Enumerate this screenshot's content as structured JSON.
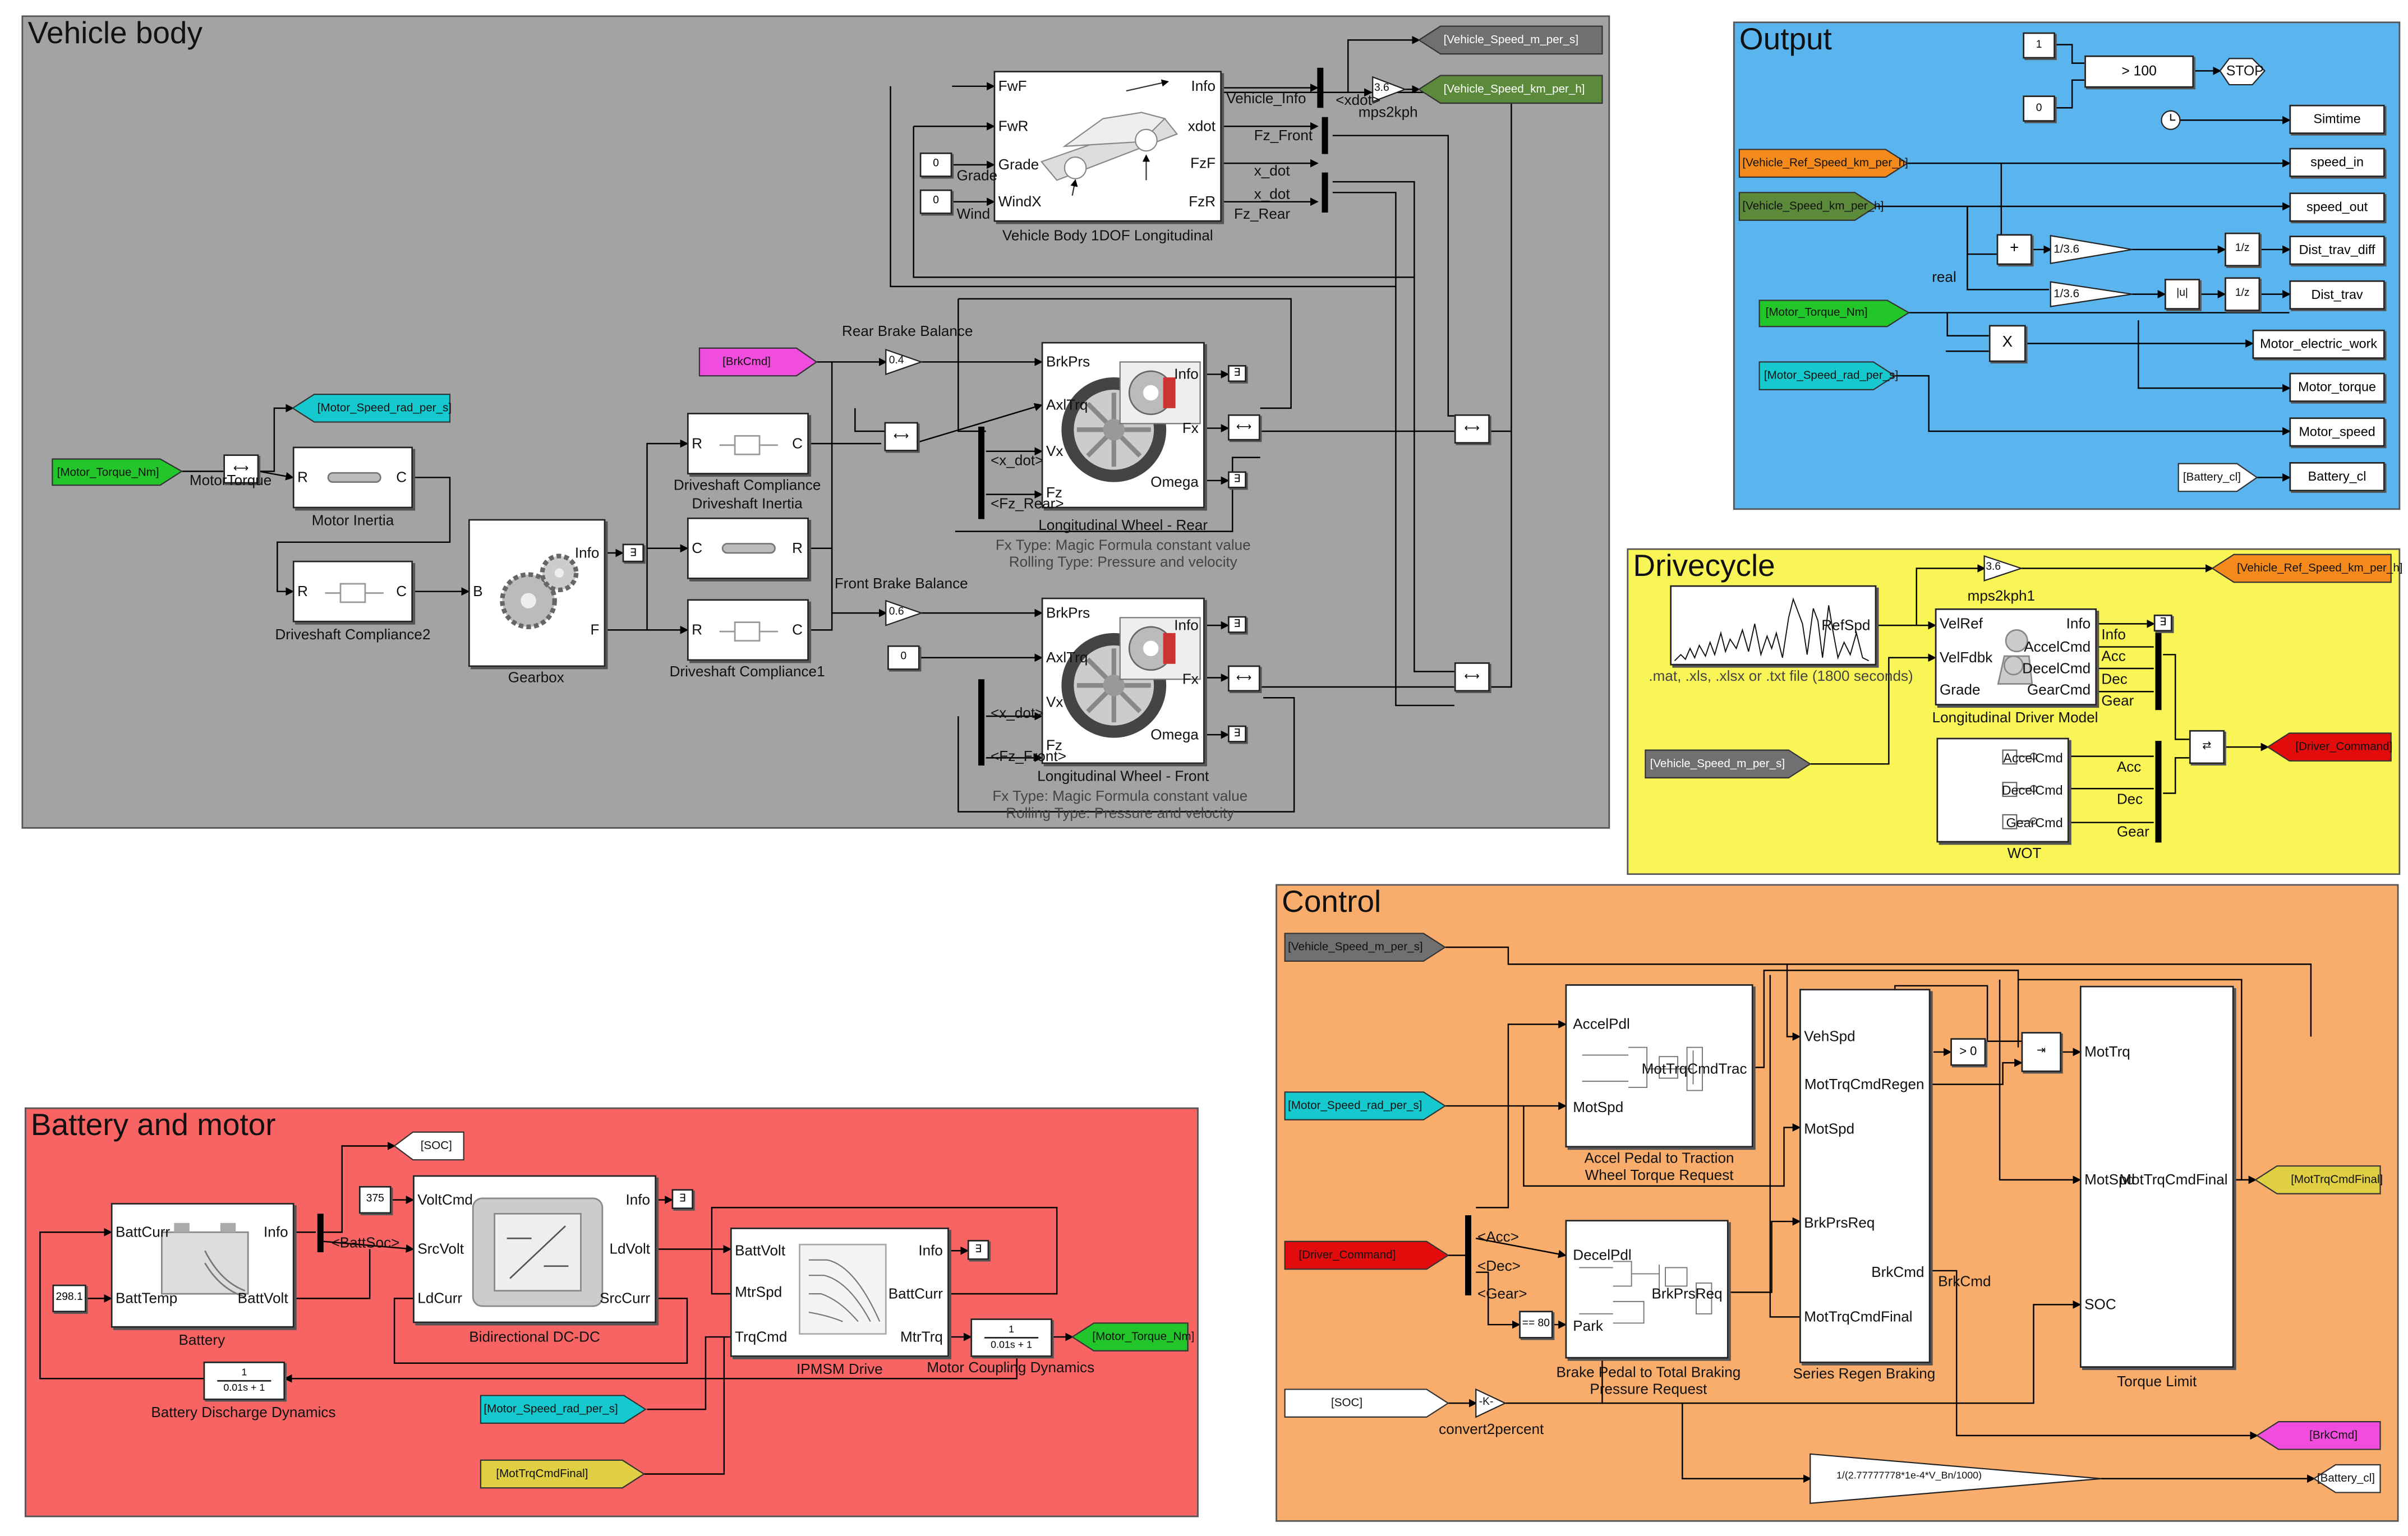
{
  "areas": {
    "vehicle_body": "Vehicle body",
    "output": "Output",
    "drivecycle": "Drivecycle",
    "battery_motor": "Battery and motor",
    "control": "Control"
  },
  "tags": {
    "vb_speed_mps": "[Vehicle_Speed_m_per_s]",
    "vb_speed_kmh": "[Vehicle_Speed_km_per_h]",
    "vb_motor_speed": "[Motor_Speed_rad_per_s]",
    "vb_motor_torque": "[Motor_Torque_Nm]",
    "vb_brk": "[BrkCmd]",
    "out_ref_speed": "[Vehicle_Ref_Speed_km_per_h]",
    "out_speed": "[Vehicle_Speed_km_per_h]",
    "out_motor_torque": "[Motor_Torque_Nm]",
    "out_motor_speed": "[Motor_Speed_rad_per_s]",
    "out_battery": "[Battery_cl]",
    "dc_ref_speed": "[Vehicle_Ref_Speed_km_per_h]",
    "dc_speed": "[Vehicle_Speed_m_per_s]",
    "dc_driver_cmd": "[Driver_Command]",
    "bm_soc": "[SOC]",
    "bm_motor_speed": "[Motor_Speed_rad_per_s]",
    "bm_mottrq": "[MotTrqCmdFinal]",
    "bm_motor_torque": "[Motor_Torque_Nm]",
    "ct_speed": "[Vehicle_Speed_m_per_s]",
    "ct_motor_speed": "[Motor_Speed_rad_per_s]",
    "ct_driver_cmd": "[Driver_Command]",
    "ct_soc": "[SOC]",
    "ct_mottrq": "[MotTrqCmdFinal]",
    "ct_brk": "[BrkCmd]",
    "ct_battery": "[Battery_cl]"
  },
  "vehicle": {
    "body_ports_in": [
      "FwF",
      "FwR",
      "Grade",
      "WindX"
    ],
    "body_ports_out": [
      "Info",
      "xdot",
      "FzF",
      "FzR"
    ],
    "body_label": "Vehicle Body 1DOF Longitudinal",
    "grade_label": "Grade",
    "wind_label": "Wind",
    "const_zero": "0",
    "vehicle_info": "Vehicle_Info",
    "xdot_sel": "<xdot>",
    "fz_front": "Fz_Front",
    "x_dot": "x_dot",
    "fz_rear": "Fz_Rear",
    "gain_value": "3.6",
    "mps2kph": "mps2kph",
    "rear_balance_label": "Rear Brake Balance",
    "rear_balance_value": "0.4",
    "front_balance_label": "Front Brake Balance",
    "front_balance_value": "0.6",
    "wheel_ports_in": [
      "BrkPrs",
      "AxlTrq",
      "Vx",
      "Fz"
    ],
    "wheel_ports_out": [
      "Info",
      "Fx",
      "Omega"
    ],
    "wheel_rear_label": "Longitudinal Wheel - Rear",
    "wheel_front_label": "Longitudinal Wheel - Front",
    "wheel_note1": "Fx Type: Magic Formula constant value",
    "wheel_note2": "Rolling Type: Pressure and velocity",
    "sel_xdot": "<x_dot>",
    "sel_fz_rear": "<Fz_Rear>",
    "sel_fz_front": "<Fz_Front>",
    "motor_torque_label": "MotorTorque",
    "motor_inertia": "Motor Inertia",
    "gearbox": "Gearbox",
    "gearbox_ports": [
      "B",
      "Info",
      "F"
    ],
    "dc_rear": "Driveshaft Compliance",
    "ds_inertia": "Driveshaft Inertia",
    "dc1": "Driveshaft Compliance1",
    "dc2": "Driveshaft Compliance2",
    "port_r": "R",
    "port_c": "C"
  },
  "output": {
    "const_one": "1",
    "const_zero": "0",
    "cmp": "> 100",
    "stop": "STOP",
    "simtime": "Simtime",
    "speed_in": "speed_in",
    "speed_out": "speed_out",
    "gain1": "1/3.6",
    "gain2": "1/3.6",
    "abs": "|u|",
    "integ": "1/z",
    "dist_diff": "Dist_trav_diff",
    "dist_trav": "Dist_trav",
    "real": "real",
    "mult": "X",
    "motor_work": "Motor_electric_work",
    "motor_torque": "Motor_torque",
    "motor_speed": "Motor_speed",
    "battery": "Battery_cl"
  },
  "drivecycle": {
    "refspd": "RefSpd",
    "file_label": ".mat, .xls, .xlsx or .txt file (1800  seconds)",
    "gain": "3.6",
    "gain_label": "mps2kph1",
    "driver_in": [
      "VelRef",
      "VelFdbk",
      "Grade"
    ],
    "driver_out": [
      "Info",
      "AccelCmd",
      "DecelCmd",
      "GearCmd"
    ],
    "driver_label": "Longitudinal Driver Model",
    "bus_labels": [
      "Info",
      "Acc",
      "Dec",
      "Gear"
    ],
    "wot_out": [
      "AccelCmd",
      "DecelCmd",
      "GearCmd"
    ],
    "wot_bus": [
      "Acc",
      "Dec",
      "Gear"
    ],
    "wot_label": "WOT"
  },
  "battery": {
    "batt_in": [
      "BattCurr",
      "BattTemp"
    ],
    "batt_out": [
      "Info",
      "BattVolt"
    ],
    "batt_label": "Battery",
    "batt_soc": "<BattSoc>",
    "temp_value": "298.1",
    "volt_value": "375",
    "dcdc_in": [
      "VoltCmd",
      "SrcVolt",
      "LdCurr"
    ],
    "dcdc_out": [
      "Info",
      "LdVolt",
      "SrcCurr"
    ],
    "dcdc_label": "Bidirectional DC-DC",
    "drive_in": [
      "BattVolt",
      "MtrSpd",
      "TrqCmd"
    ],
    "drive_out": [
      "Info",
      "BattCurr",
      "MtrTrq"
    ],
    "drive_label": "IPMSM Drive",
    "tf_num": "1",
    "tf_den": "0.01s + 1",
    "coupling_label": "Motor Coupling Dynamics",
    "discharge_label": "Battery Discharge Dynamics"
  },
  "control": {
    "accel_in": [
      "AccelPdl",
      "MotSpd"
    ],
    "accel_out": "MotTrqCmdTrac",
    "accel_label1": "Accel Pedal to Traction",
    "accel_label2": "Wheel Torque Request",
    "bus_labels": [
      "<Acc>",
      "<Dec>",
      "<Gear>"
    ],
    "cmp80": "== 80",
    "brake_in": [
      "DecelPdl",
      "Park"
    ],
    "brake_out": "BrkPrsReq",
    "brake_label1": "Brake Pedal to Total Braking",
    "brake_label2": "Pressure Request",
    "regen_in": [
      "VehSpd",
      "MotSpd",
      "BrkPrsReq",
      "MotTrqCmdFinal"
    ],
    "regen_out": [
      "MotTrqCmdRegen",
      "BrkCmd"
    ],
    "regen_label": "Series Regen Braking",
    "brkcmd_line": "BrkCmd",
    "cmp0": "> 0",
    "limit_in": [
      "MotTrq",
      "MotSpd",
      "SOC"
    ],
    "limit_out": "MotTrqCmdFinal",
    "limit_label": "Torque Limit",
    "gain_k": "-K-",
    "gain_k_label": "convert2percent",
    "battery_gain": "1/(2.77777778*1e-4*V_Bn/1000)"
  },
  "colors": {
    "vehicle": "#a3a3a3",
    "output": "#5ab4ee",
    "drivecycle": "#f9f556",
    "battery": "#f76463",
    "control": "#f9ad6c",
    "tag_gray": "#707070",
    "tag_green_dark": "#5b8a3a",
    "tag_green": "#22c52a",
    "tag_cyan": "#15c9cf",
    "tag_magenta": "#f04ddf",
    "tag_orange": "#f58a1c",
    "tag_red": "#e30c0c",
    "tag_yellow": "#e0cf43"
  }
}
